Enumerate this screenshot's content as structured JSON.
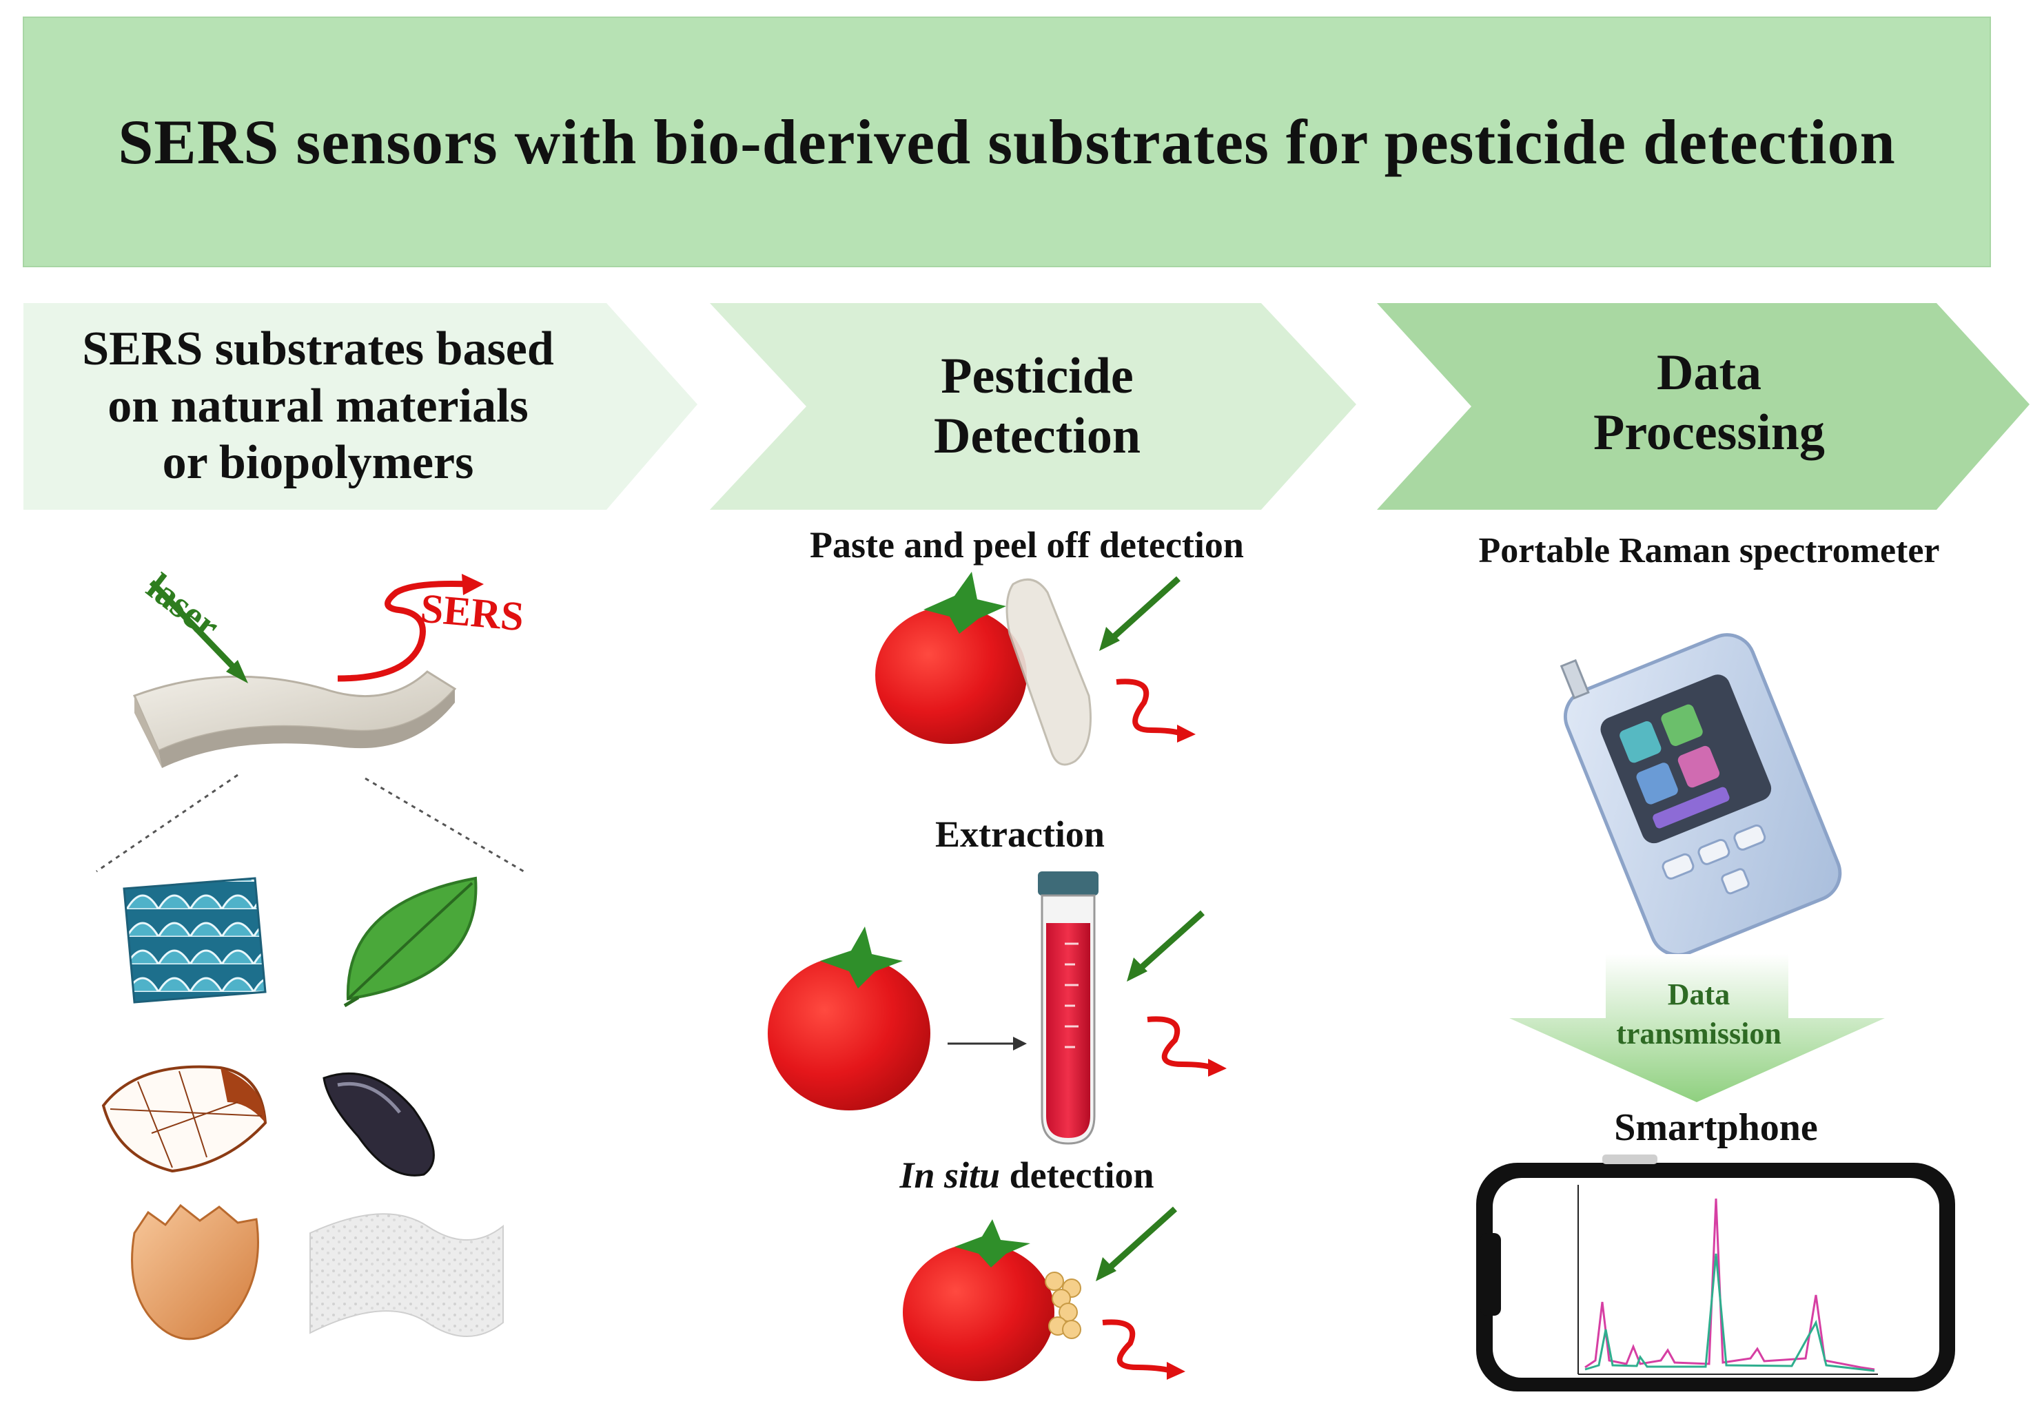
{
  "title": "SERS sensors with bio-derived substrates for pesticide detection",
  "steps": [
    {
      "lines": [
        "SERS substrates based",
        "on natural materials",
        "or biopolymers"
      ]
    },
    {
      "lines": [
        "Pesticide",
        "Detection"
      ]
    },
    {
      "lines": [
        "Data",
        "Processing"
      ]
    }
  ],
  "substrate_labels": {
    "laser": "laser",
    "sers": "SERS"
  },
  "detection_methods": {
    "paste": "Paste and peel off  detection",
    "extraction": "Extraction",
    "in_situ_italic": "In situ",
    "in_situ_rest": " detection"
  },
  "processing": {
    "device": "Portable Raman spectrometer",
    "transmission": [
      "Data",
      "transmission"
    ],
    "smartphone": "Smartphone"
  },
  "colors": {
    "banner": "#b7e2b4",
    "step1": "#eaf6ea",
    "step2": "#d9efd6",
    "step3": "#a9d8a2",
    "laser_green": "#2e7d1f",
    "sers_red": "#e01010",
    "tomato": "#e0161b"
  },
  "icons": [
    "substrate-film-icon",
    "fish-scales-icon",
    "leaf-icon",
    "cicada-wing-icon",
    "mussel-shell-icon",
    "eggshell-icon",
    "paper-sheet-icon",
    "tomato-icon",
    "test-tube-icon",
    "raman-spectrometer-icon",
    "smartphone-icon",
    "spectrum-icon"
  ]
}
